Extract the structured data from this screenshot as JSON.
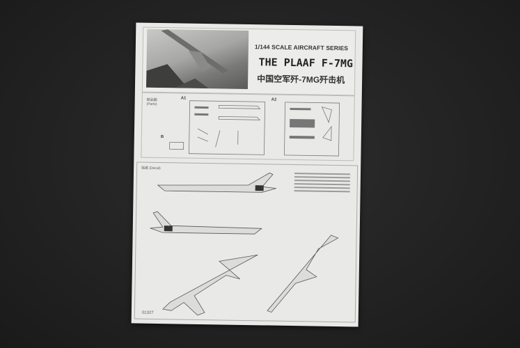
{
  "sheet": {
    "series": "1/144 SCALE AIRCRAFT SERIES",
    "title": "THE PLAAF F-7MG",
    "title_cn": "中国空军歼-7MG歼击机",
    "parts_label": "部品图 (Parts)",
    "sprue_a1": "A1",
    "sprue_a2": "A2",
    "sprue_b": "B",
    "decal_label": "贴纸 (Decal)",
    "kit_number": "01327"
  },
  "colors": {
    "background": "#232323",
    "paper": "#e9e9e7",
    "ink": "#333333"
  }
}
